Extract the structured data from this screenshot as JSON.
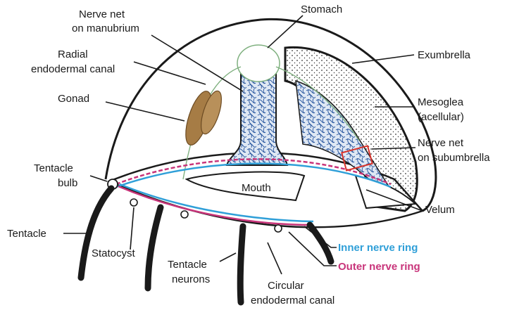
{
  "labels": {
    "nerve_net_manubrium_1": "Nerve net",
    "nerve_net_manubrium_2": "on manubrium",
    "stomach": "Stomach",
    "radial_canal_1": "Radial",
    "radial_canal_2": "endodermal canal",
    "exumbrella": "Exumbrella",
    "gonad": "Gonad",
    "mesoglea_1": "Mesoglea",
    "mesoglea_2": "(acellular)",
    "nerve_net_subumbrella_1": "Nerve net",
    "nerve_net_subumbrella_2": "on subumbrella",
    "tentacle_bulb_1": "Tentacle",
    "tentacle_bulb_2": "bulb",
    "mouth": "Mouth",
    "velum": "Velum",
    "tentacle": "Tentacle",
    "statocyst": "Statocyst",
    "inner_nerve_ring": "Inner nerve ring",
    "outer_nerve_ring": "Outer nerve ring",
    "tentacle_neurons_1": "Tentacle",
    "tentacle_neurons_2": "neurons",
    "circular_canal_1": "Circular",
    "circular_canal_2": "endodermal canal"
  },
  "colors": {
    "inner_nerve_ring": "#2f9fd8",
    "outer_nerve_ring": "#c8347a",
    "gonad": "#a67c45",
    "nerve_net": "#1f4f9a",
    "highlight_box": "#d9342b",
    "outline": "#1a1a1a"
  }
}
